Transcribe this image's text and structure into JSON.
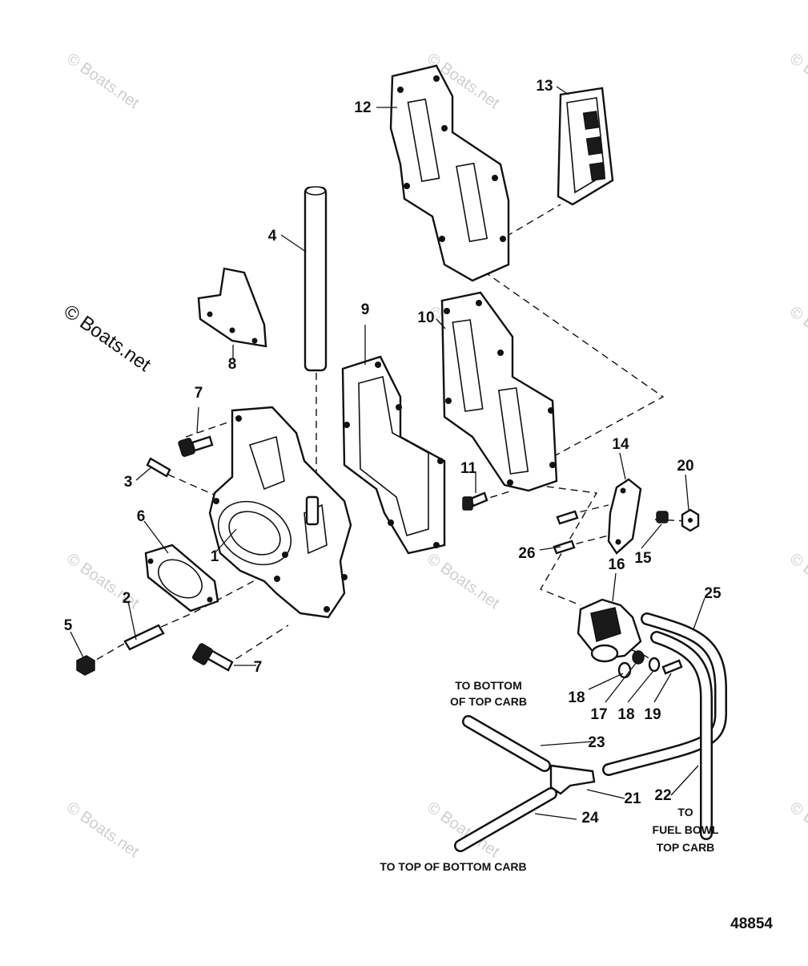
{
  "watermark": "© Boats.net",
  "figure_id": "48854",
  "callouts": [
    "1",
    "2",
    "3",
    "4",
    "5",
    "6",
    "7",
    "7",
    "8",
    "9",
    "10",
    "11",
    "12",
    "13",
    "14",
    "15",
    "16",
    "17",
    "18",
    "18",
    "19",
    "20",
    "21",
    "22",
    "23",
    "24",
    "25",
    "26"
  ],
  "notes": {
    "to_bottom_of_top_carb": [
      "TO BOTTOM",
      "OF TOP CARB"
    ],
    "to_fuel_bowl_top_carb": [
      "TO",
      "FUEL BOWL",
      "TOP CARB"
    ],
    "to_top_of_bottom_carb": "TO TOP OF BOTTOM CARB"
  }
}
